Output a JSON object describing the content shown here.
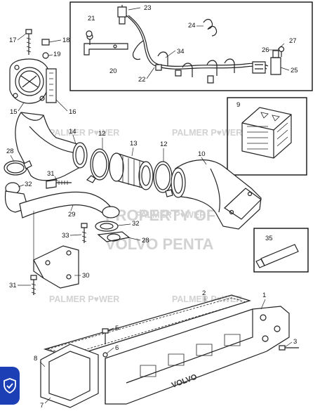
{
  "watermarks": {
    "brand_1": "PALMER P♥WER",
    "brand_2": "PALMER P♥WER",
    "brand_3": "PALMER P♥WER",
    "brand_4": "PALMER P♥WER",
    "brand_5": "PALMER P♥WER",
    "property_line1": "PROPERTY OF",
    "property_line2": "VOLVO PENTA"
  },
  "manifold_brand": "VOLVO",
  "labels": {
    "n1": "1",
    "n2": "2",
    "n3": "3",
    "n5": "5",
    "n6": "6",
    "n7": "7",
    "n8": "8",
    "n9": "9",
    "n10": "10",
    "n12a": "12",
    "n12b": "12",
    "n13": "13",
    "n14": "14",
    "n15": "15",
    "n16": "16",
    "n17": "17",
    "n18": "18",
    "n19": "19",
    "n20": "20",
    "n21": "21",
    "n22": "22",
    "n23": "23",
    "n24": "24",
    "n25": "25",
    "n26": "26",
    "n27": "27",
    "n28a": "28",
    "n28b": "28",
    "n29": "29",
    "n30": "30",
    "n31a": "31",
    "n31b": "31",
    "n32a": "32",
    "n32b": "32",
    "n33": "33",
    "n34": "34",
    "n35": "35"
  },
  "badge": {
    "icon": "shield-check-icon",
    "color": "#1d3fb5"
  }
}
